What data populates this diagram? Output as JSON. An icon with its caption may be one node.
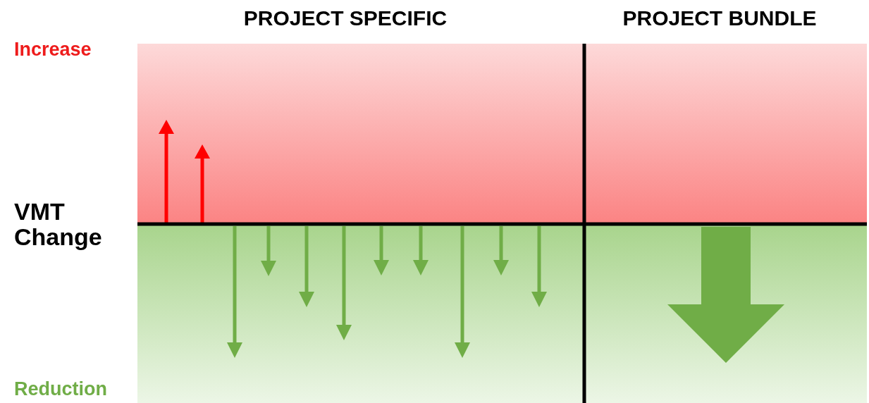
{
  "diagram": {
    "labels": [
      "PROJECT SPECIFIC",
      "PROJECT BUNDLE",
      "Increase",
      "VMT Change",
      "Reduction"
    ]
  }
}
